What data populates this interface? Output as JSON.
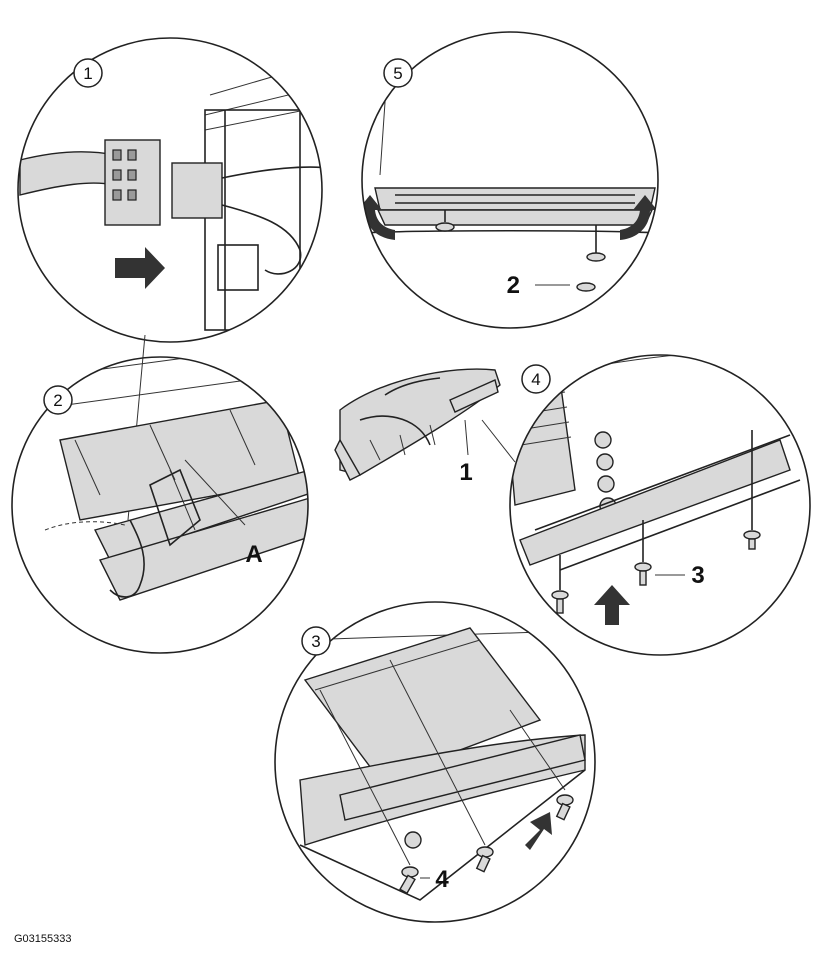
{
  "figure_code": "G03155333",
  "callouts": {
    "part_1": "1",
    "part_2": "2",
    "part_3": "3",
    "part_4": "4",
    "point_a": "A"
  },
  "step_numbers": [
    "1",
    "2",
    "3",
    "4",
    "5"
  ],
  "colors": {
    "line": "#222222",
    "fill_light": "#d9d9d9",
    "fill_dark": "#9a9a9a",
    "background": "#ffffff"
  },
  "icons": [
    "arrow-icon",
    "screw-icon",
    "connector-icon"
  ]
}
